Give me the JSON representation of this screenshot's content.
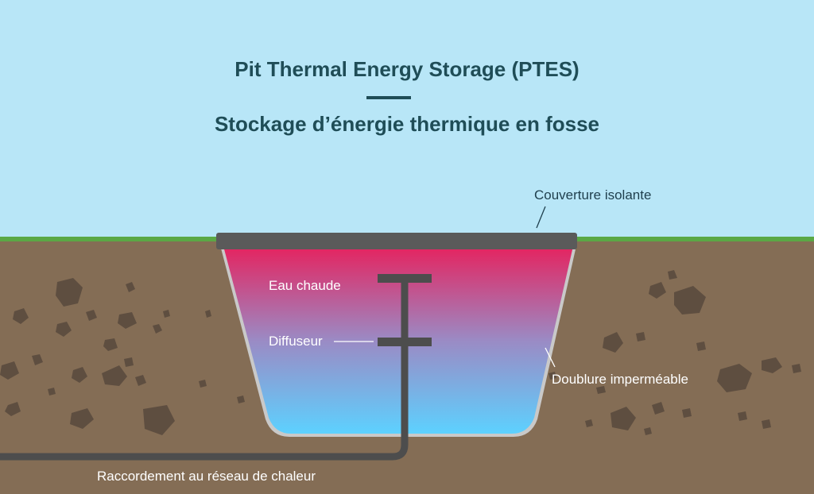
{
  "title": "Pit Thermal Energy Storage (PTES)",
  "subtitle": "Stockage d’énergie thermique en fosse",
  "labels": {
    "cover": "Couverture isolante",
    "hot_water": "Eau chaude",
    "diffuser": "Diffuseur",
    "liner": "Doublure imperméable",
    "connection": "Raccordement au réseau de chaleur"
  },
  "colors": {
    "sky": "#b8e6f7",
    "grass": "#5aa845",
    "soil": "#846d55",
    "rocks": "#5e4e40",
    "cover": "#5a5a5a",
    "hot_water": "#e5235f",
    "cold_water": "#5dd1ff",
    "pipe": "#4d4d4d",
    "text_dark": "#1f4d57"
  }
}
